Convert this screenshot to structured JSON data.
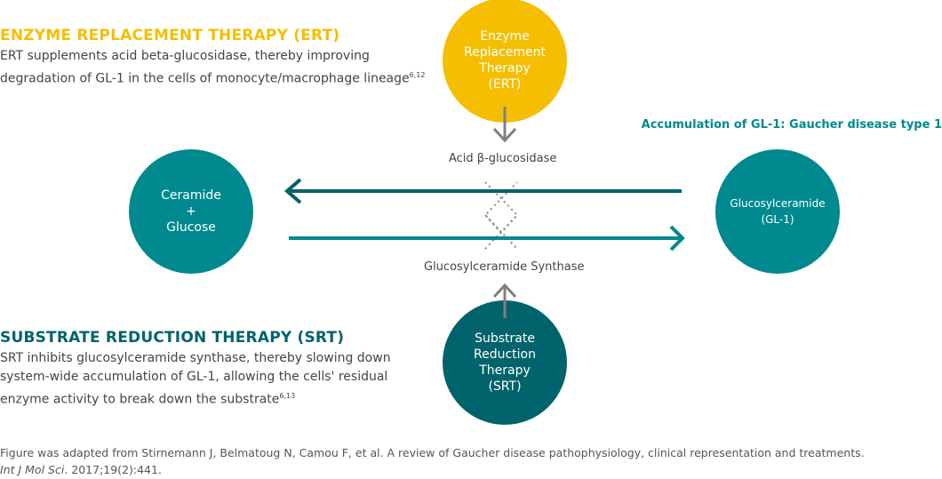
{
  "colors": {
    "yellow": "#f5be00",
    "teal": "#00898e",
    "dark_teal": "#00636b",
    "gray": "#7f7f7f"
  },
  "ert": {
    "heading": "ENZYME REPLACEMENT THERAPY (ERT)",
    "text": "ERT supplements acid beta-glucosidase, thereby improving degradation of GL-1 in the cells of monocyte/macrophage lineage",
    "refs": "6,12",
    "circle": "Enzyme\nReplacement\nTherapy\n(ERT)"
  },
  "srt": {
    "heading": "SUBSTRATE REDUCTION THERAPY (SRT)",
    "text": "SRT inhibits glucosylceramide synthase, thereby slowing down system-wide accumulation of GL-1, allowing the cells' residual enzyme activity to break down the substrate",
    "refs": "6,13",
    "circle": "Substrate\nReduction\nTherapy\n(SRT)"
  },
  "ceramide": "Ceramide\n+\nGlucose",
  "gl1": "Glucosylceramide\n(GL-1)",
  "accumulation": "Accumulation of GL-1: Gaucher disease type 1",
  "enzyme_label": "Acid β-glucosidase",
  "synthase_label": "Glucosylceramide Synthase",
  "footnote": {
    "text": "Figure was adapted from Stirnemann J, Belmatoug N, Camou F, et al. A review of Gaucher disease pathophysiology, clinical representation and treatments.",
    "journal": "Int J Mol Sci",
    "citation": ". 2017;19(2):441."
  }
}
